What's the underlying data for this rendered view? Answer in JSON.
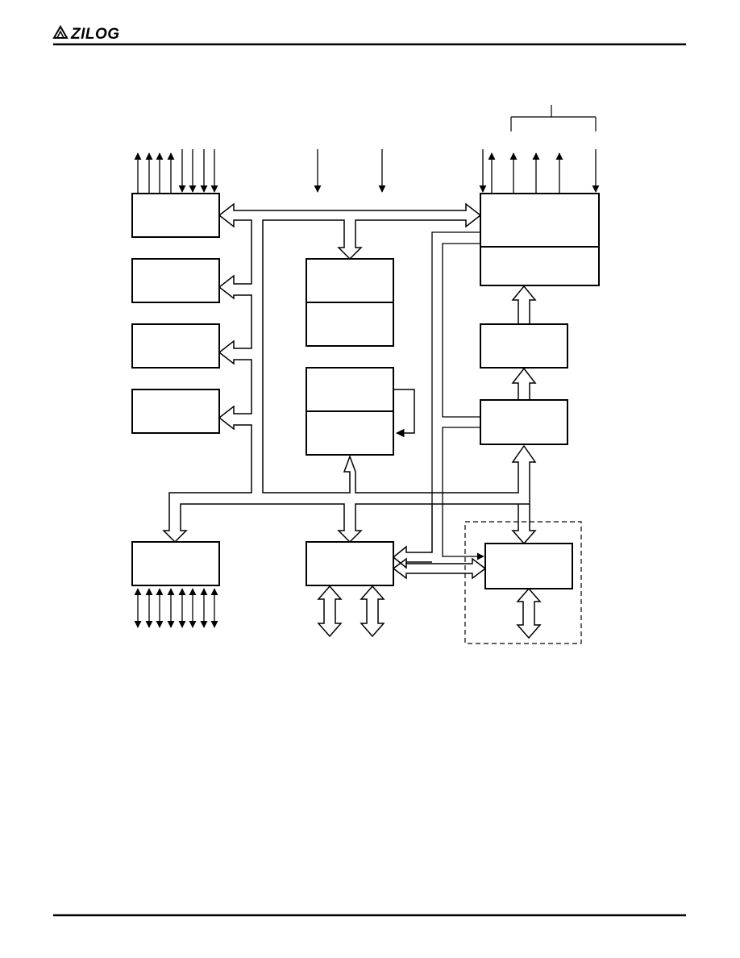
{
  "header": {
    "logo_text": "ZILOG"
  },
  "diagram": {
    "note": "",
    "blocks": [
      {
        "id": "port-top-left",
        "label": ""
      },
      {
        "id": "port-left-2",
        "label": ""
      },
      {
        "id": "port-left-3",
        "label": ""
      },
      {
        "id": "port-left-4",
        "label": ""
      },
      {
        "id": "center-upper-block",
        "label": ""
      },
      {
        "id": "center-middle-block",
        "label": ""
      },
      {
        "id": "right-top-block",
        "label": ""
      },
      {
        "id": "right-middle-block",
        "label": ""
      },
      {
        "id": "right-lower-block",
        "label": ""
      },
      {
        "id": "port-bottom-left",
        "label": ""
      },
      {
        "id": "center-bottom-block",
        "label": ""
      },
      {
        "id": "optional-block",
        "label": ""
      }
    ]
  },
  "colors": {
    "ink": "#000000",
    "paper": "#ffffff"
  },
  "icons": [
    "zilog-logo-icon"
  ]
}
